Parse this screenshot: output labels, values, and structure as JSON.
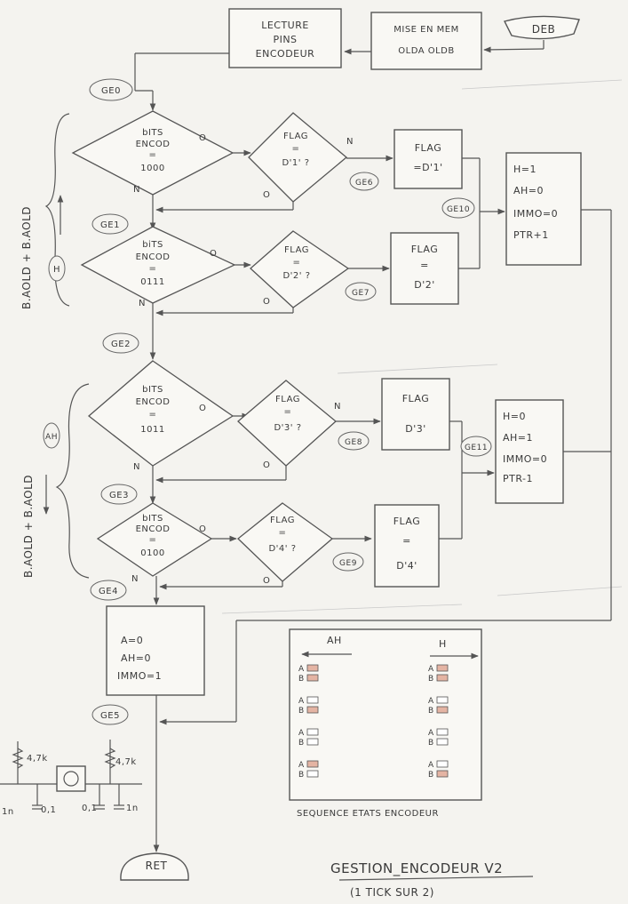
{
  "boxes": {
    "lecture": [
      "LECTURE",
      "PINS",
      "ENCODEUR"
    ],
    "mise": [
      "MISE EN MEM",
      "OLDA  OLDB"
    ],
    "deb": "DEB",
    "ret": "RET",
    "flag1": [
      "FLAG",
      "=D'1'"
    ],
    "flag2": [
      "FLAG",
      "=",
      "D'2'"
    ],
    "flag3": [
      "FLAG",
      "D'3'"
    ],
    "flag4": [
      "FLAG",
      "=",
      "D'4'"
    ],
    "set_h": [
      "H=1",
      "AH=0",
      "IMMO=0",
      "PTR+1"
    ],
    "set_ah": [
      "H=0",
      "AH=1",
      "IMMO=0",
      "PTR-1"
    ],
    "reset": [
      "A=0",
      "AH=0",
      "IMMO=1"
    ]
  },
  "decisions": {
    "enc1": [
      "bITS",
      "ENCOD",
      "=",
      "1000"
    ],
    "enc2": [
      "biTS",
      "ENCOD",
      "=",
      "0111"
    ],
    "enc3": [
      "bITS",
      "ENCOD",
      "=",
      "1011"
    ],
    "enc4": [
      "bITS",
      "ENCOD",
      "=",
      "0100"
    ],
    "flag1": [
      "FLAG",
      "=",
      "D'1' ?"
    ],
    "flag2": [
      "FLAG",
      "=",
      "D'2' ?"
    ],
    "flag3": [
      "FLAG",
      "=",
      "D'3' ?"
    ],
    "flag4": [
      "FLAG",
      "=",
      "D'4' ?"
    ]
  },
  "connectors": {
    "ge0": "GE0",
    "ge1": "GE1",
    "ge2": "GE2",
    "ge3": "GE3",
    "ge4": "GE4",
    "ge5": "GE5",
    "ge6": "GE6",
    "ge7": "GE7",
    "ge8": "GE8",
    "ge9": "GE9",
    "ge10": "GE10",
    "ge11": "GE11",
    "h": "H",
    "ah": "AH"
  },
  "branch_labels": {
    "yes": "O",
    "no": "N"
  },
  "side_formulas": {
    "top": "B.AOLD + B.AOLD",
    "bottom": "B.AOLD + B.AOLD"
  },
  "sequence": {
    "caption": "SEQUENCE ETATS ENCODEUR",
    "ah_label": "AH",
    "h_label": "H",
    "a_label": "A",
    "b_label": "B",
    "ah_states": [
      {
        "a": 1,
        "b": 1
      },
      {
        "a": 0,
        "b": 1
      },
      {
        "a": 0,
        "b": 0
      },
      {
        "a": 1,
        "b": 0
      }
    ],
    "h_states": [
      {
        "a": 1,
        "b": 1
      },
      {
        "a": 0,
        "b": 1
      },
      {
        "a": 0,
        "b": 0
      },
      {
        "a": 0,
        "b": 1
      }
    ]
  },
  "circuit": {
    "r1": "4,7k",
    "r2": "4,7k",
    "c1": "1n",
    "c2": "0,1",
    "c3": "0,1",
    "c4": "1n"
  },
  "title": "GESTION_ENCODEUR V2",
  "subtitle": "(1 TICK SUR 2)",
  "colors": {
    "ink": "#3a3a3a",
    "paper": "#f4f3ef",
    "state_fill": "#e4b4a3"
  }
}
